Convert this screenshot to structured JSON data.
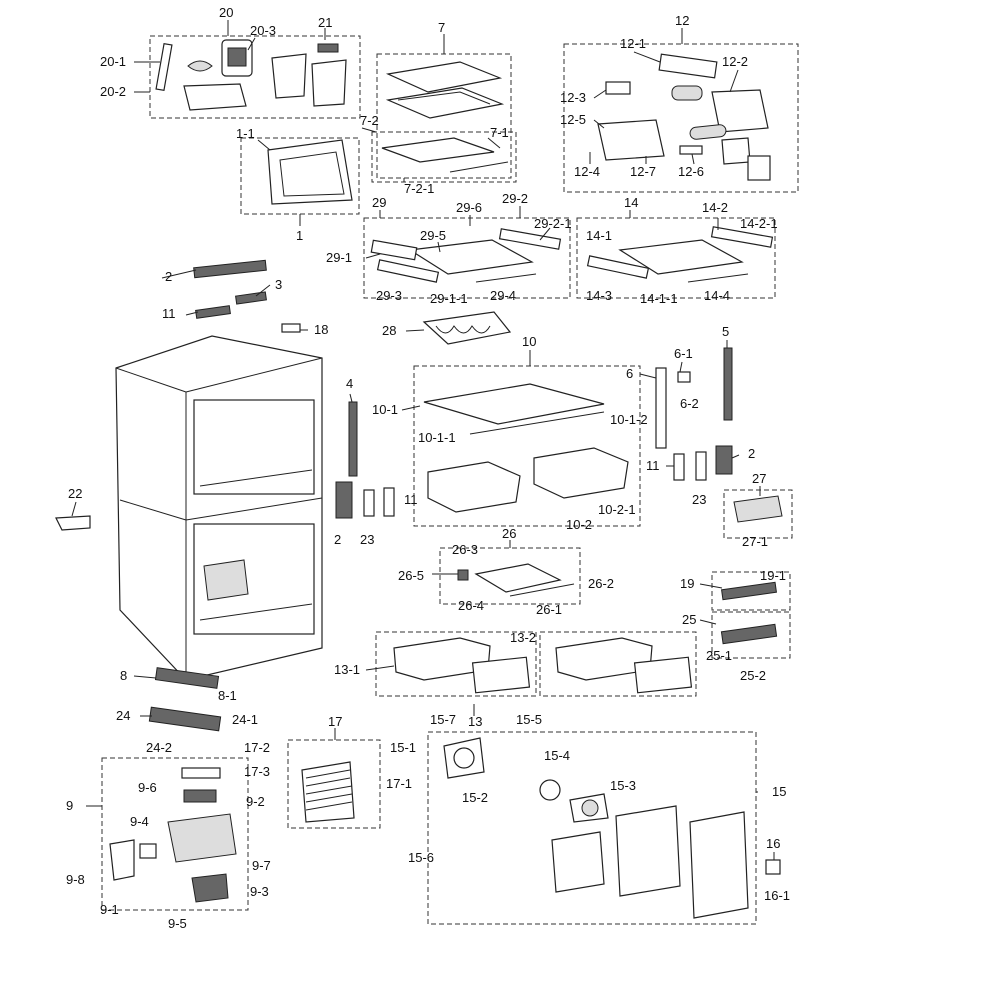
{
  "callouts": [
    "20",
    "20-1",
    "20-2",
    "20-3",
    "21",
    "7",
    "7-1",
    "7-2",
    "7-2-1",
    "12",
    "12-1",
    "12-2",
    "12-3",
    "12-4",
    "12-5",
    "12-6",
    "12-7",
    "1",
    "1-1",
    "29",
    "29-1",
    "29-1-1",
    "29-2",
    "29-2-1",
    "29-3",
    "29-4",
    "29-5",
    "29-6",
    "14",
    "14-1",
    "14-1-1",
    "14-2",
    "14-2-1",
    "14-3",
    "14-4",
    "2",
    "3",
    "11",
    "18",
    "28",
    "10",
    "10-1",
    "10-1-1",
    "10-1-2",
    "10-2",
    "10-2-1",
    "4",
    "5",
    "6",
    "6-1",
    "6-2",
    "2",
    "11",
    "23",
    "27",
    "27-1",
    "22",
    "2",
    "23",
    "11",
    "26",
    "26-1",
    "26-2",
    "26-3",
    "26-4",
    "26-5",
    "19",
    "19-1",
    "25",
    "25-1",
    "25-2",
    "13",
    "13-1",
    "13-2",
    "8",
    "8-1",
    "24",
    "24-1",
    "24-2",
    "17",
    "17-1",
    "17-2",
    "17-3",
    "15",
    "15-1",
    "15-2",
    "15-3",
    "15-4",
    "15-5",
    "15-6",
    "15-7",
    "16",
    "16-1",
    "9",
    "9-1",
    "9-2",
    "9-3",
    "9-4",
    "9-5",
    "9-6",
    "9-7",
    "9-8"
  ]
}
